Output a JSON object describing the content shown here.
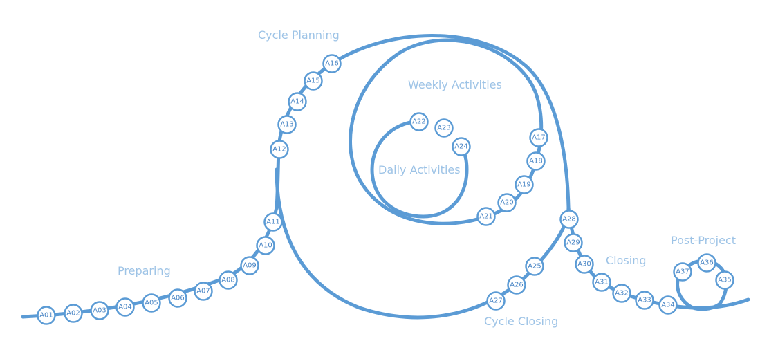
{
  "colors": {
    "track": "#5B9BD5",
    "node_text": "#4A86C5",
    "phase_text": "#9DC3E6"
  },
  "phases": {
    "preparing": "Preparing",
    "cycle_planning": "Cycle Planning",
    "weekly_activities": "Weekly Activities",
    "daily_activities": "Daily Activities",
    "cycle_closing": "Cycle Closing",
    "closing": "Closing",
    "post_project": "Post-Project"
  },
  "activities": [
    "A01",
    "A02",
    "A03",
    "A04",
    "A05",
    "A06",
    "A07",
    "A08",
    "A09",
    "A10",
    "A11",
    "A12",
    "A13",
    "A14",
    "A15",
    "A16",
    "A17",
    "A18",
    "A19",
    "A20",
    "A21",
    "A22",
    "A23",
    "A24",
    "A25",
    "A26",
    "A27",
    "A28",
    "A29",
    "A30",
    "A31",
    "A32",
    "A33",
    "A34",
    "A35",
    "A36",
    "A37"
  ]
}
